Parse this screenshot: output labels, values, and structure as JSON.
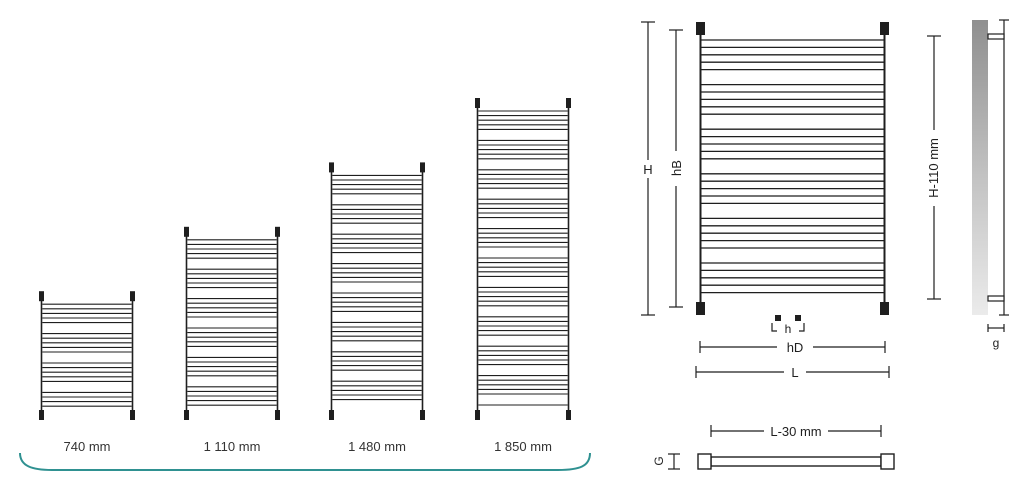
{
  "size_chart": {
    "items": [
      {
        "label": "740 mm",
        "height_mm": 740
      },
      {
        "label": "1 110 mm",
        "height_mm": 1110
      },
      {
        "label": "1 480 mm",
        "height_mm": 1480
      },
      {
        "label": "1 850 mm",
        "height_mm": 1850
      }
    ]
  },
  "front_view": {
    "dim_height_outer": "H",
    "dim_height_inner": "hB",
    "dim_valve_spacing": "h",
    "dim_width_inner": "hD",
    "dim_width_outer": "L"
  },
  "side_view": {
    "dim_mount_height": "H-110 mm",
    "dim_wall_gap": "g"
  },
  "top_view": {
    "dim_width": "L-30 mm",
    "dim_depth": "G"
  },
  "colors": {
    "line": "#1f1f1f",
    "accent": "#2f9191"
  }
}
